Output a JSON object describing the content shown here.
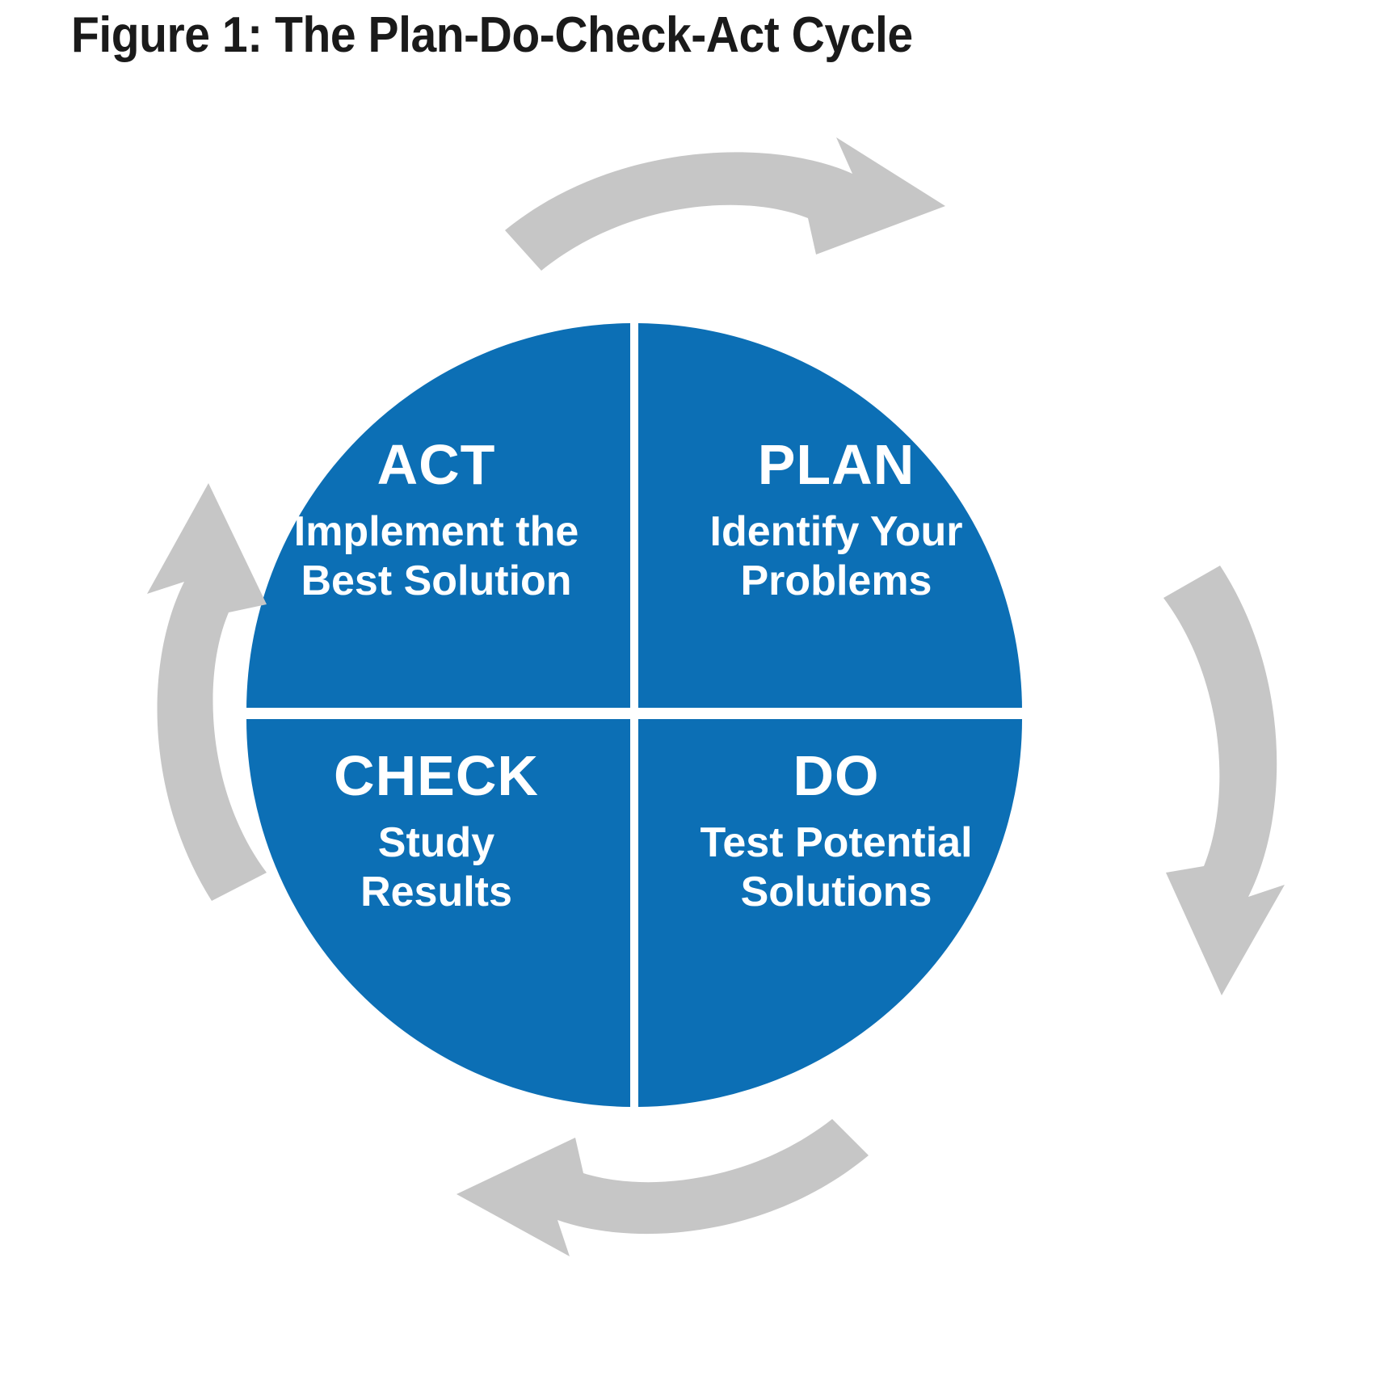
{
  "figure": {
    "title": "Figure 1: The Plan-Do-Check-Act Cycle"
  },
  "colors": {
    "wheel_blue": "#0C6FB5",
    "arrow_gray": "#C6C6C6",
    "divider_white": "#FFFFFF",
    "title_black": "#1A1A1A",
    "background": "#FFFFFF"
  },
  "diagram": {
    "type": "cycle-wheel",
    "quadrants": [
      {
        "id": "plan",
        "position": "top-right",
        "heading": "PLAN",
        "description": "Identify Your\nProblems"
      },
      {
        "id": "do",
        "position": "bottom-right",
        "heading": "DO",
        "description": "Test Potential\nSolutions"
      },
      {
        "id": "check",
        "position": "bottom-left",
        "heading": "CHECK",
        "description": "Study\nResults"
      },
      {
        "id": "act",
        "position": "top-left",
        "heading": "ACT",
        "description": "Implement the\nBest Solution"
      }
    ],
    "arrows": [
      {
        "id": "arrow-top",
        "position": "top",
        "direction": "clockwise-right"
      },
      {
        "id": "arrow-right",
        "position": "right",
        "direction": "clockwise-down"
      },
      {
        "id": "arrow-bottom",
        "position": "bottom",
        "direction": "clockwise-left"
      },
      {
        "id": "arrow-left",
        "position": "left",
        "direction": "clockwise-up"
      }
    ]
  }
}
